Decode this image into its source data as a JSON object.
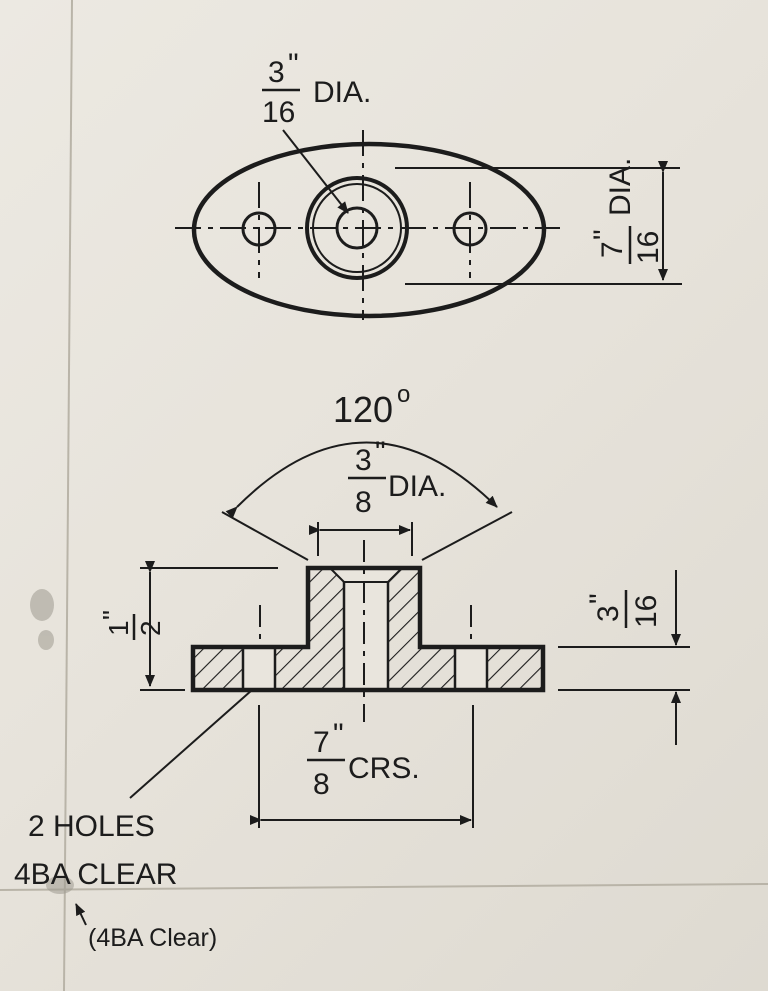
{
  "plan_view": {
    "bore_dia_label": {
      "num": "3",
      "den": "16",
      "mark": "\"",
      "suffix": "DIA."
    },
    "flange_width_label": {
      "num": "7",
      "den": "16",
      "mark": "\"",
      "suffix": "DIA."
    }
  },
  "section_view": {
    "angle_label": "120",
    "angle_degree": "o",
    "boss_dia_label": {
      "num": "3",
      "den": "8",
      "mark": "\"",
      "suffix": "DIA."
    },
    "height_label": {
      "num": "1",
      "den": "2",
      "mark": "\""
    },
    "flange_thk_label": {
      "num": "3",
      "den": "16",
      "mark": "\""
    },
    "centres_label": {
      "num": "7",
      "den": "8",
      "mark": "\"",
      "suffix": "CRS."
    }
  },
  "notes": {
    "holes_line1": "2 HOLES",
    "holes_line2": "4BA CLEAR",
    "annotation": "(4BA Clear)"
  },
  "colors": {
    "ink": "#1c1c1c",
    "paper": "#e9e5dd",
    "fold": "#b9b4a8"
  }
}
